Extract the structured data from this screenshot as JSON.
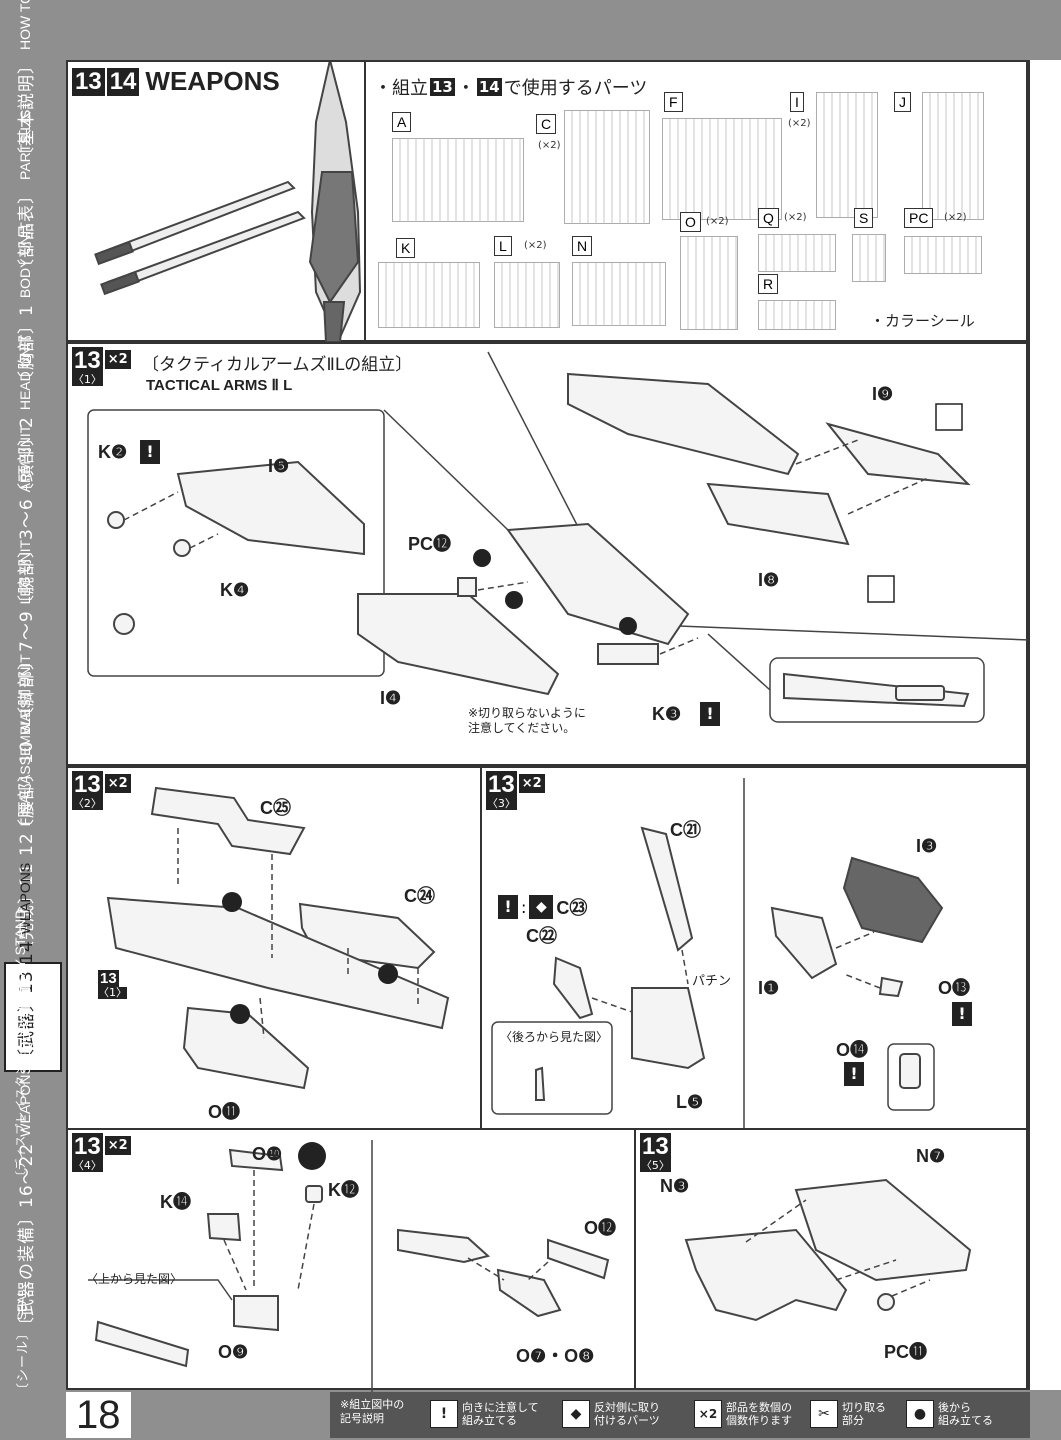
{
  "sidebar": {
    "tabs": [
      {
        "jp": "〔基本説明〕",
        "en": "HOW TO"
      },
      {
        "jp": "〔部品表〕",
        "en": "PARTS LIST"
      },
      {
        "jp": "〔胸部〕1",
        "en": "BODY UNIT"
      },
      {
        "jp": "〔頭部〕2",
        "en": "HEAD UNIT"
      },
      {
        "jp": "〔腕部〕3〜6",
        "en": "ARM UNIT"
      },
      {
        "jp": "〔脚部〕7〜9",
        "en": "LEG UNIT"
      },
      {
        "jp": "〔腰部〕10",
        "en": "WAIST UNIT"
      },
      {
        "jp": "〔完成〕11 12",
        "en": "FINAL ASSEMBLE"
      },
      {
        "jp": "〔武器〕13 14",
        "en": "WEAPONS"
      },
      {
        "jp": "〔ディスプレイスタンド〕15",
        "en": "DISPLAY STAND"
      },
      {
        "jp": "〔武器の装備〕16〜22",
        "en": "WEAPONS EQUIPMENT"
      },
      {
        "jp": "〔シール〕",
        "en": "SEAL"
      }
    ]
  },
  "page_number": "18",
  "header": {
    "step_a": "13",
    "step_b": "14",
    "title": "WEAPONS"
  },
  "parts": {
    "heading": "・組立",
    "heading_step_a": "13",
    "heading_mid": "・",
    "heading_step_b": "14",
    "heading_tail": "で使用するパーツ",
    "runners": [
      {
        "label": "A",
        "qty": ""
      },
      {
        "label": "C",
        "qty": "(×2)"
      },
      {
        "label": "F",
        "qty": ""
      },
      {
        "label": "I",
        "qty": "(×2)"
      },
      {
        "label": "J",
        "qty": ""
      },
      {
        "label": "K",
        "qty": ""
      },
      {
        "label": "L",
        "qty": "(×2)"
      },
      {
        "label": "N",
        "qty": ""
      },
      {
        "label": "O",
        "qty": "(×2)"
      },
      {
        "label": "Q",
        "qty": "(×2)"
      },
      {
        "label": "S",
        "qty": ""
      },
      {
        "label": "PC",
        "qty": "(×2)"
      },
      {
        "label": "R",
        "qty": ""
      }
    ],
    "seal": "・カラーシール"
  },
  "step1": {
    "num": "13",
    "sub": "〈1〉",
    "mult": "×2",
    "title_jp": "〔タクティカルアームズⅡLの組立〕",
    "title_en": "TACTICAL ARMS Ⅱ L",
    "labels": [
      "K❷",
      "I❺",
      "K❹",
      "PC⓬",
      "I❹",
      "K❸",
      "I❾",
      "I❽"
    ],
    "note": "※切り取らないように\n注意してください。"
  },
  "step2": {
    "num": "13",
    "sub": "〈2〉",
    "mult": "×2",
    "labels": [
      "C㉕",
      "C㉔",
      "O⓫"
    ],
    "ref_num": "13",
    "ref_sub": "〈1〉"
  },
  "step3": {
    "num": "13",
    "sub": "〈3〉",
    "mult": "×2",
    "labels": [
      "C㉑",
      "C㉓",
      "C㉒",
      "L❺",
      "I❸",
      "I❶",
      "O⓭",
      "O⓮"
    ],
    "back_view": "〈後ろから見た図〉",
    "snap": "パチン"
  },
  "step4": {
    "num": "13",
    "sub": "〈4〉",
    "mult": "×2",
    "labels": [
      "O❿",
      "K⓮",
      "K⓬",
      "O❾",
      "O⓬",
      "O❼・O❽"
    ],
    "top_view": "〈上から見た図〉"
  },
  "step5": {
    "num": "13",
    "sub": "〈5〉",
    "labels": [
      "N❼",
      "N❸",
      "PC⓫"
    ]
  },
  "legend": {
    "title": "※組立図中の\n記号説明",
    "items": [
      {
        "icon": "!",
        "text": "向きに注意して\n組み立てる"
      },
      {
        "icon": "◆",
        "text": "反対側に取り\n付けるパーツ"
      },
      {
        "icon": "×2",
        "text": "部品を数個の\n個数作ります"
      },
      {
        "icon": "✂",
        "text": "切り取る\n部分"
      },
      {
        "icon": "●",
        "text": "後から\n組み立てる"
      }
    ]
  }
}
